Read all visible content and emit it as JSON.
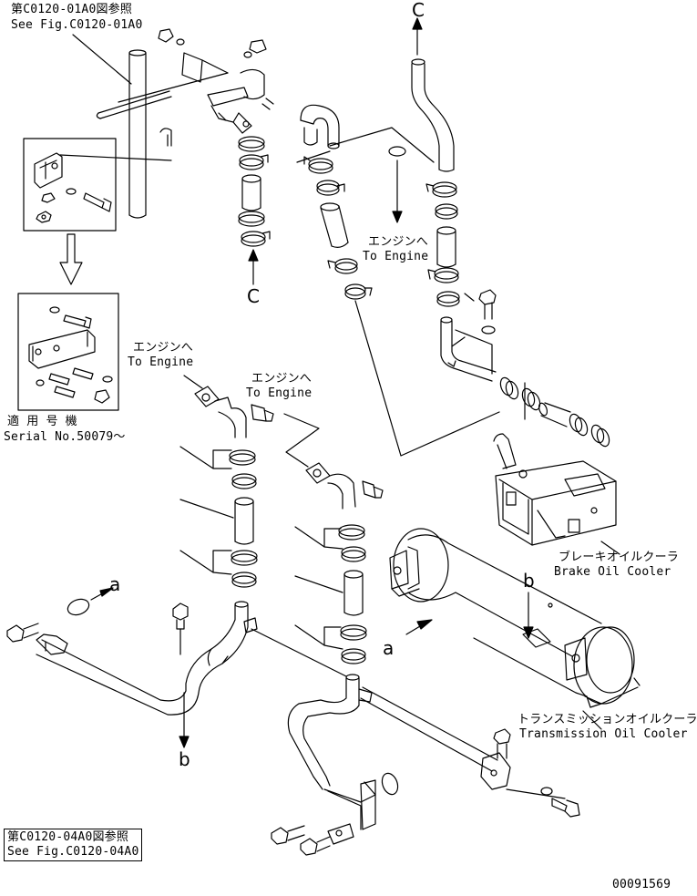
{
  "refs": {
    "top_ref_jp": "第C0120-01A0図参照",
    "top_ref_en": "See Fig.C0120-01A0",
    "bottom_ref_jp": "第C0120-04A0図参照",
    "bottom_ref_en": "See Fig.C0120-04A0"
  },
  "serial": {
    "jp": "適 用 号 機",
    "en": "Serial No.50079～"
  },
  "to_engine": {
    "jp": "エンジンへ",
    "en": "To Engine"
  },
  "coolers": {
    "brake_jp": "ブレーキオイルクーラ",
    "brake_en": "Brake Oil Cooler",
    "trans_jp": "トランスミッションオイルクーラ",
    "trans_en": "Transmission Oil Cooler"
  },
  "markers": {
    "c": "C",
    "a": "a",
    "b": "b"
  },
  "drawing_number": "00091569"
}
